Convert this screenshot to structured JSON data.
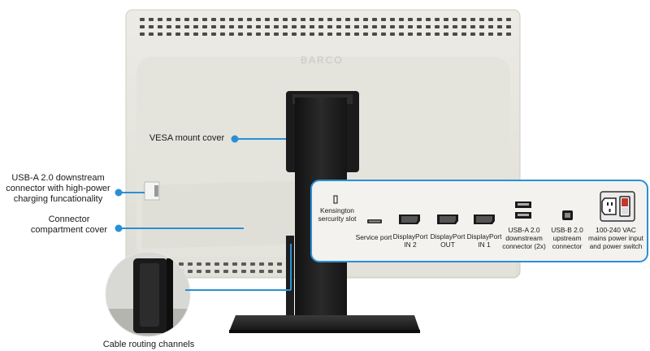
{
  "brand": "BARCO",
  "callouts": {
    "vesa": "VESA mount cover",
    "usb_a_line1": "USB-A 2.0 downstream",
    "usb_a_line2": "connector with high-power",
    "usb_a_line3": "charging funcationality",
    "connector_line1": "Connector",
    "connector_line2": "compartment cover",
    "cable": "Cable routing channels"
  },
  "ports": {
    "kensington_1": "Kensington",
    "kensington_2": "sercurity slot",
    "service": "Service port",
    "dp_in2_1": "DisplayPort",
    "dp_in2_2": "IN 2",
    "dp_out_1": "DisplayPort",
    "dp_out_2": "OUT",
    "dp_in1_1": "DisplayPort",
    "dp_in1_2": "IN 1",
    "usba_1": "USB-A 2.0",
    "usba_2": "downstream",
    "usba_3": "connector (2x)",
    "usbb_1": "USB-B 2.0",
    "usbb_2": "upstream",
    "usbb_3": "connector",
    "power_1": "100-240 VAC",
    "power_2": "mains power input",
    "power_3": "and power switch"
  },
  "colors": {
    "accent": "#2b8fd6",
    "housing": "#e8e6df",
    "stand": "#1f1f1f"
  }
}
